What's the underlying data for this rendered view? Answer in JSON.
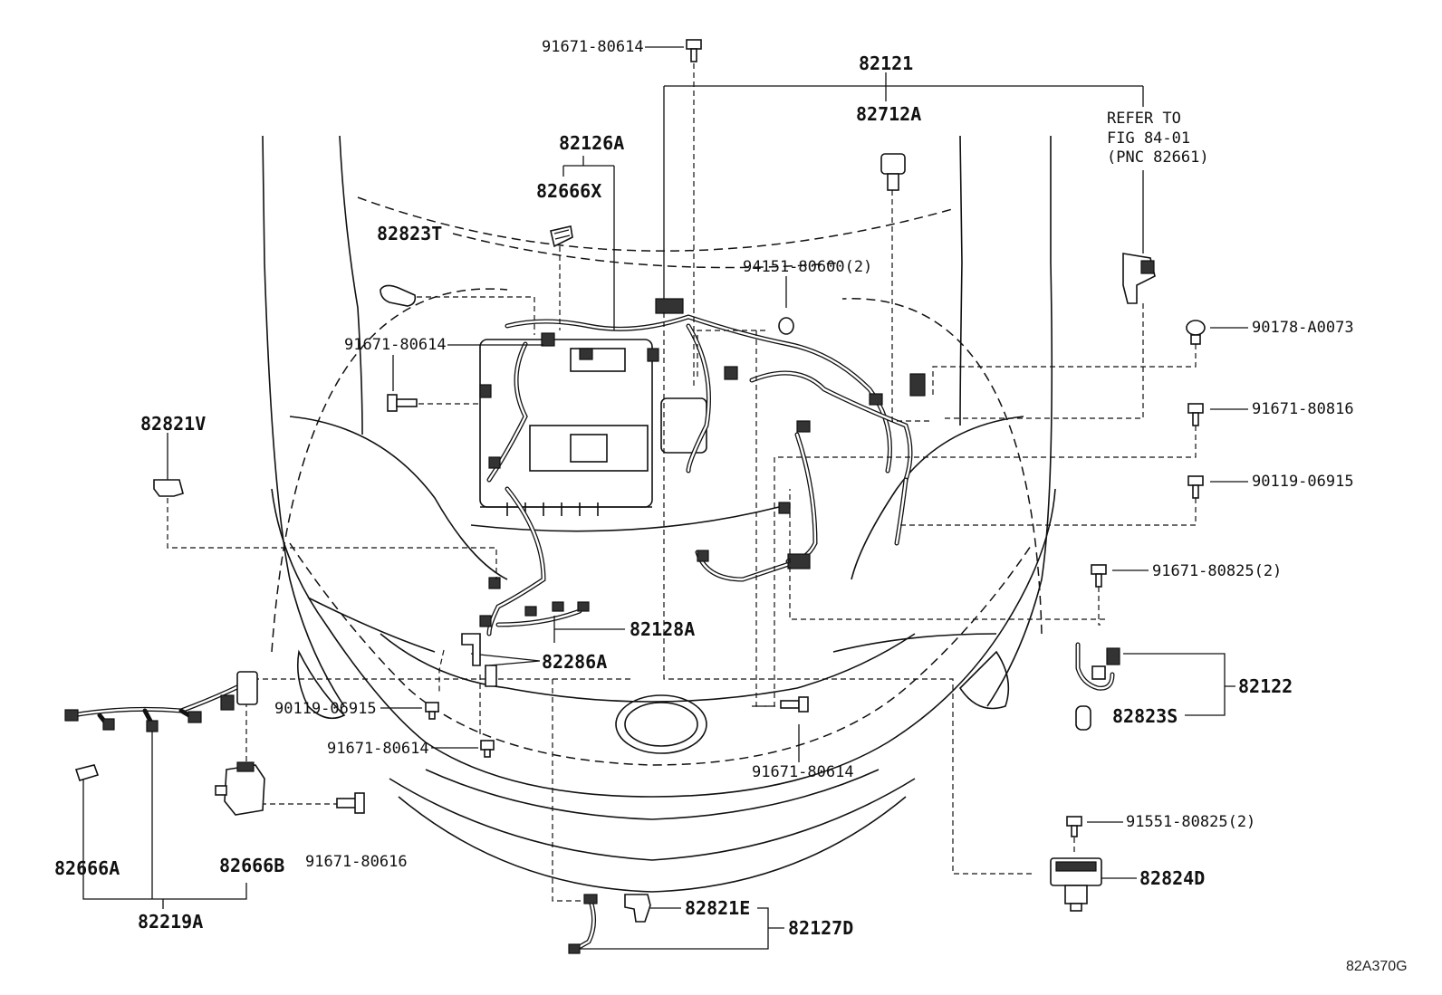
{
  "diagram": {
    "figure_id": "82A370G",
    "refer_note": {
      "line1": "REFER TO",
      "line2": "FIG 84-01",
      "line3": "(PNC 82661)"
    },
    "labels": {
      "p91671_80614_top": "91671-80614",
      "p82121": "82121",
      "p82712A": "82712A",
      "p82126A": "82126A",
      "p82666X": "82666X",
      "p82823T": "82823T",
      "p94151_80600": "94151-80600(2)",
      "p91671_80614_left": "91671-80614",
      "p90178_A0073": "90178-A0073",
      "p91671_80816": "91671-80816",
      "p90119_06915_right": "90119-06915",
      "p82821V": "82821V",
      "p91671_80825": "91671-80825(2)",
      "p82128A": "82128A",
      "p82286A": "82286A",
      "p82122": "82122",
      "p90119_06915_left": "90119-06915",
      "p82823S": "82823S",
      "p91671_80614_bottom": "91671-80614",
      "p91671_80614_center": "91671-80614",
      "p91551_80825": "91551-80825(2)",
      "p91671_80616": "91671-80616",
      "p82666A": "82666A",
      "p82666B": "82666B",
      "p82824D": "82824D",
      "p82219A": "82219A",
      "p82821E": "82821E",
      "p82127D": "82127D"
    }
  }
}
